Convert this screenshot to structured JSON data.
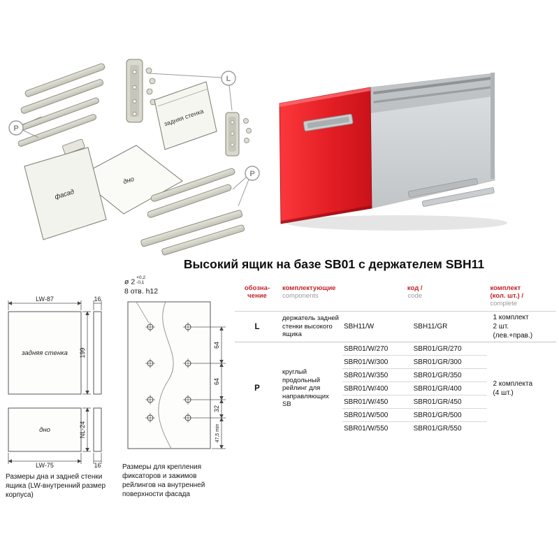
{
  "title": "Высокий ящик на базе SB01 с держателем SBH11",
  "exploded": {
    "marker_p": "P",
    "marker_l": "L",
    "back_wall": "задняя стенка",
    "bottom": "дно",
    "facade": "фасад"
  },
  "dims_left": {
    "back_wall_label": "задняя стенка",
    "back_wall_width": "LW-87",
    "back_wall_height": "199",
    "back_wall_thickness": "16",
    "bottom_label": "дно",
    "bottom_width": "LW-75",
    "bottom_height": "NL-24",
    "bottom_thickness": "16",
    "caption": "Размеры дна и задней стенки ящика (LW-внутренний размер корпуса)"
  },
  "drill": {
    "diameter": "ø 2",
    "tol_plus": "+0,2",
    "tol_minus": "-0,1",
    "holes_note": "8 отв. h12",
    "dim_1": "64",
    "dim_2": "64",
    "dim_3": "32",
    "dim_bottom": "47,5 min",
    "caption": "Размеры для крепления фиксаторов и зажимов рейлингов на внутренней поверхности фасада"
  },
  "table": {
    "header": {
      "designation": "обозна-\nчение",
      "components_ru": "комплектующие",
      "components_en": "components",
      "code_ru": "код /",
      "code_en": "code",
      "complete_ru": "комплект\n(кол. шт.) /",
      "complete_en": "complete"
    },
    "row_l": {
      "mark": "L",
      "component": "держатель задней стенки высокого ящика",
      "code_w": "SBH11/W",
      "code_gr": "SBH11/GR",
      "complete": "1 комплект\n2 шт.\n(лев.+прав.)"
    },
    "row_p": {
      "mark": "P",
      "component": "круглый продольный рейлинг для направляющих SB",
      "complete": "2 комплекта\n(4 шт.)",
      "codes": [
        {
          "w": "SBR01/W/270",
          "gr": "SBR01/GR/270"
        },
        {
          "w": "SBR01/W/300",
          "gr": "SBR01/GR/300"
        },
        {
          "w": "SBR01/W/350",
          "gr": "SBR01/GR/350"
        },
        {
          "w": "SBR01/W/400",
          "gr": "SBR01/GR/400"
        },
        {
          "w": "SBR01/W/450",
          "gr": "SBR01/GR/450"
        },
        {
          "w": "SBR01/W/500",
          "gr": "SBR01/GR/500"
        },
        {
          "w": "SBR01/W/550",
          "gr": "SBR01/GR/550"
        }
      ]
    }
  },
  "colors": {
    "accent_red": "#c4242b",
    "drawer_red": "#e31e24",
    "gray_text": "#9a9a9a"
  }
}
